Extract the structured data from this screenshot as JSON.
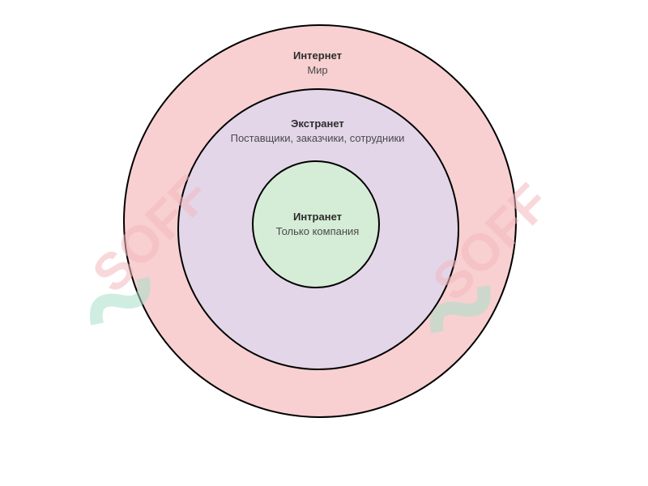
{
  "diagram": {
    "rings": [
      {
        "id": "internet",
        "title": "Интернет",
        "subtitle": "Мир",
        "fill": "#f8d0d1"
      },
      {
        "id": "extranet",
        "title": "Экстранет",
        "subtitle": "Поставщики, заказчики, сотрудники",
        "fill": "#e2d6e8"
      },
      {
        "id": "intranet",
        "title": "Интранет",
        "subtitle": "Только компания",
        "fill": "#d5ecd6"
      }
    ],
    "stroke_color": "#000000"
  },
  "watermark": {
    "text": "SOFF",
    "text_color": "#f3b9bd",
    "mark_color": "#a9dfc8"
  }
}
